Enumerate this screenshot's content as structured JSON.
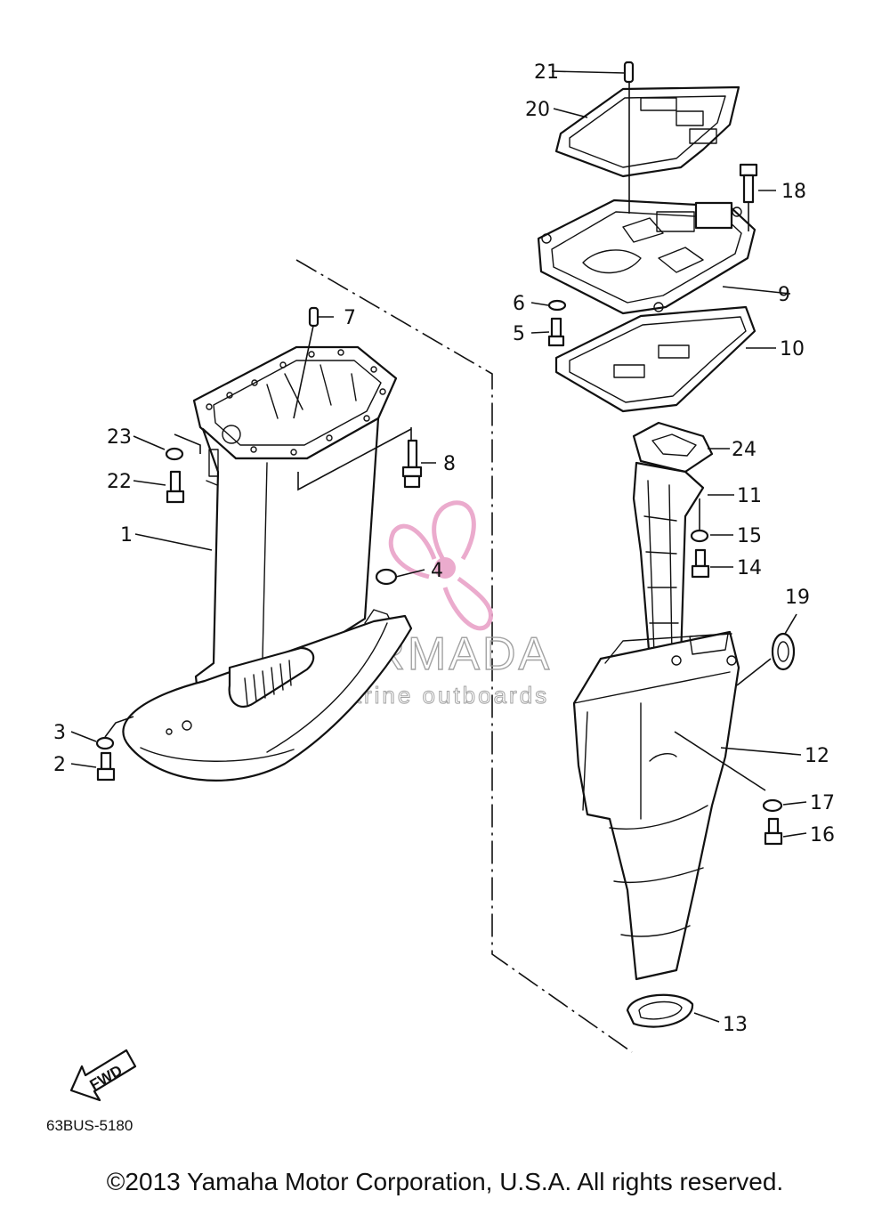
{
  "diagram_code": "63BUS-5180",
  "copyright": "©2013 Yamaha Motor Corporation, U.S.A. All rights reserved.",
  "direction_label": "FWD",
  "watermark": {
    "title": "ARMADA",
    "subtitle": "marine outboards",
    "accent_color": "#e9a3c8"
  },
  "callouts": [
    {
      "id": "1",
      "part": "upper-casing"
    },
    {
      "id": "2",
      "part": "bolt"
    },
    {
      "id": "3",
      "part": "washer"
    },
    {
      "id": "4",
      "part": "plug"
    },
    {
      "id": "5",
      "part": "bolt"
    },
    {
      "id": "6",
      "part": "washer"
    },
    {
      "id": "7",
      "part": "dowel-pin"
    },
    {
      "id": "8",
      "part": "bolt"
    },
    {
      "id": "9",
      "part": "exhaust-manifold-plate"
    },
    {
      "id": "10",
      "part": "gasket"
    },
    {
      "id": "11",
      "part": "exhaust-pipe"
    },
    {
      "id": "12",
      "part": "muffler"
    },
    {
      "id": "13",
      "part": "seal"
    },
    {
      "id": "14",
      "part": "bolt"
    },
    {
      "id": "15",
      "part": "washer"
    },
    {
      "id": "16",
      "part": "bolt"
    },
    {
      "id": "17",
      "part": "washer"
    },
    {
      "id": "18",
      "part": "bolt"
    },
    {
      "id": "19",
      "part": "grommet"
    },
    {
      "id": "20",
      "part": "gasket"
    },
    {
      "id": "21",
      "part": "dowel-pin"
    },
    {
      "id": "22",
      "part": "bolt"
    },
    {
      "id": "23",
      "part": "washer"
    },
    {
      "id": "24",
      "part": "gasket"
    }
  ]
}
